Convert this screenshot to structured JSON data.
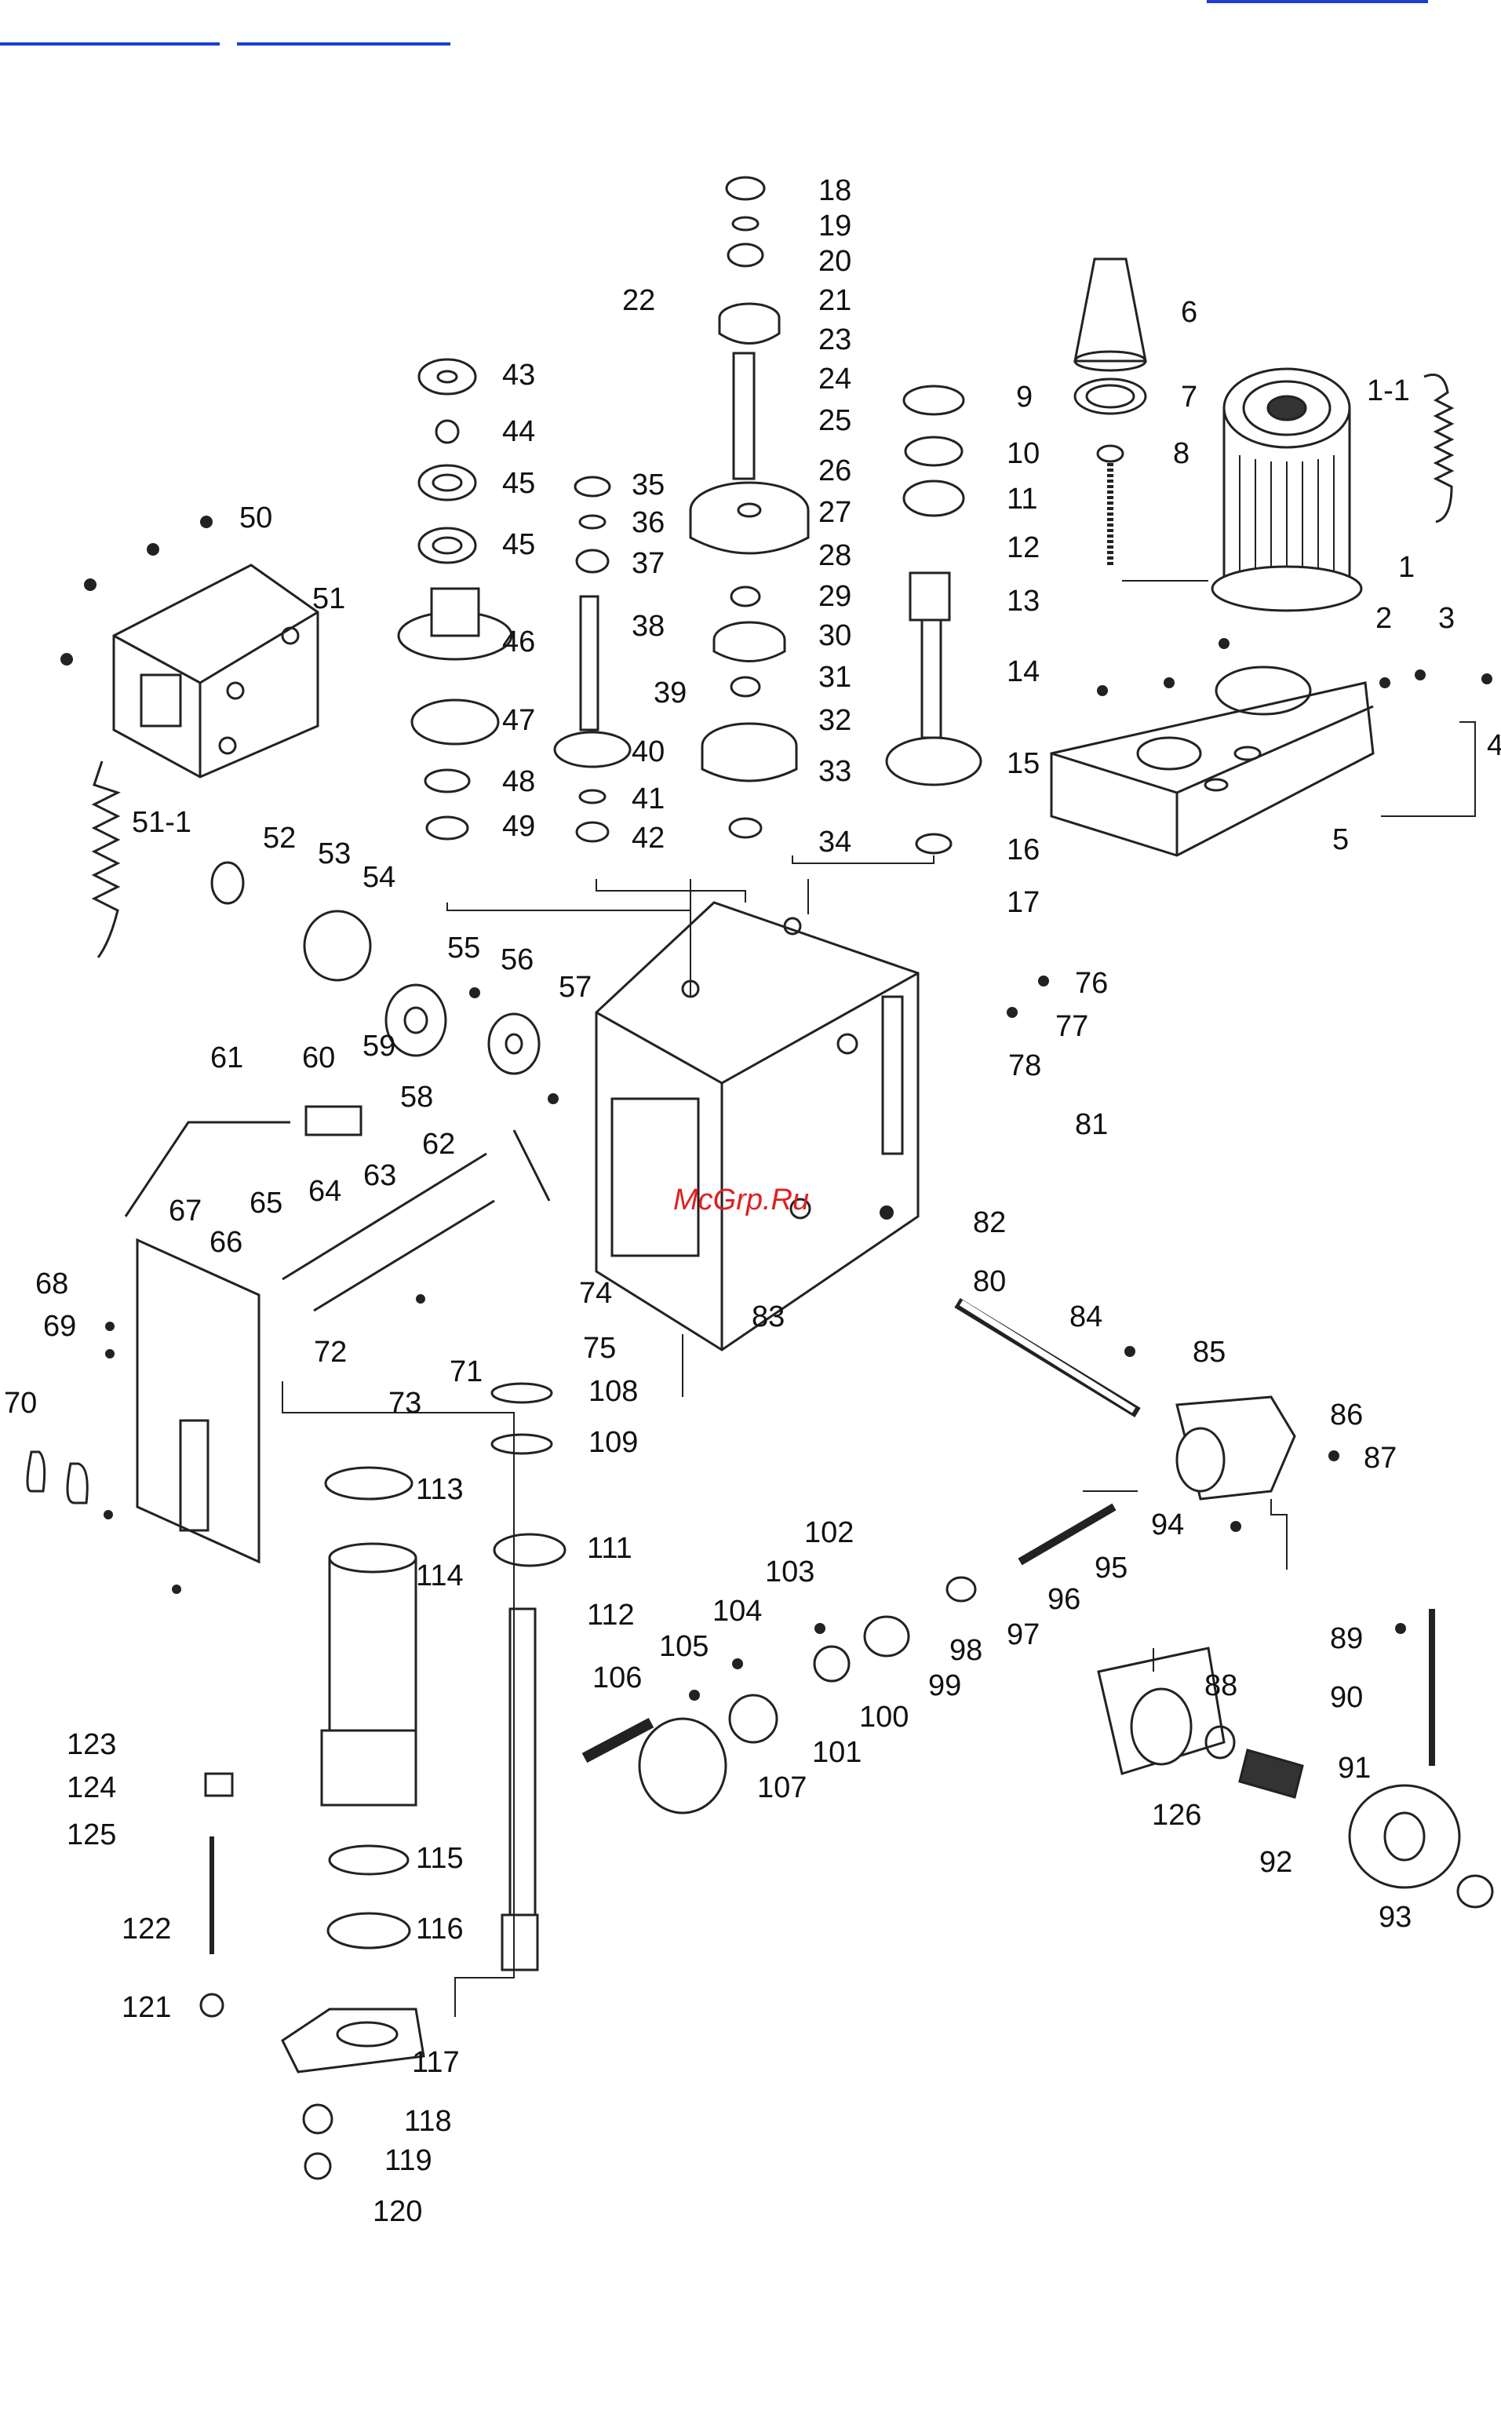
{
  "top_links": [
    "",
    "",
    ""
  ],
  "watermark": "McGrp.Ru",
  "colors": {
    "line": "#222222",
    "link": "#1a3fd1",
    "watermark": "#e02020"
  },
  "labels": [
    "1",
    "1-1",
    "2",
    "3",
    "4",
    "5",
    "6",
    "7",
    "8",
    "9",
    "10",
    "11",
    "12",
    "13",
    "14",
    "15",
    "16",
    "17",
    "18",
    "19",
    "20",
    "21",
    "22",
    "23",
    "24",
    "25",
    "26",
    "27",
    "28",
    "29",
    "30",
    "31",
    "32",
    "33",
    "34",
    "35",
    "36",
    "37",
    "38",
    "39",
    "40",
    "41",
    "42",
    "43",
    "44",
    "45",
    "45",
    "46",
    "47",
    "48",
    "49",
    "50",
    "51",
    "51-1",
    "52",
    "53",
    "54",
    "55",
    "56",
    "57",
    "58",
    "59",
    "60",
    "61",
    "62",
    "63",
    "64",
    "65",
    "66",
    "67",
    "68",
    "69",
    "70",
    "71",
    "72",
    "73",
    "74",
    "75",
    "76",
    "77",
    "78",
    "80",
    "81",
    "82",
    "83",
    "84",
    "85",
    "86",
    "87",
    "88",
    "89",
    "90",
    "91",
    "92",
    "93",
    "94",
    "95",
    "96",
    "97",
    "98",
    "99",
    "100",
    "101",
    "102",
    "103",
    "104",
    "105",
    "106",
    "107",
    "108",
    "109",
    "111",
    "112",
    "113",
    "114",
    "115",
    "116",
    "117",
    "118",
    "119",
    "120",
    "121",
    "122",
    "123",
    "124",
    "125",
    "126"
  ]
}
